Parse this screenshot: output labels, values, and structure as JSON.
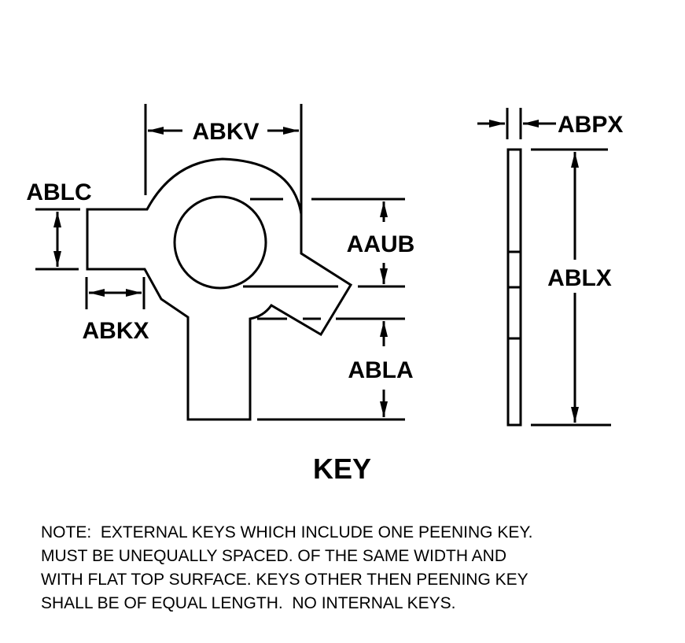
{
  "diagram": {
    "title": "KEY",
    "dimensions": {
      "abkv": "ABKV",
      "ablc": "ABLC",
      "abkx": "ABKX",
      "aaub": "AAUB",
      "abla": "ABLA",
      "abpx": "ABPX",
      "ablx": "ABLX"
    },
    "note_lines": [
      "NOTE:  EXTERNAL KEYS WHICH INCLUDE ONE PEENING KEY.",
      "MUST BE UNEQUALLY SPACED. OF THE SAME WIDTH AND",
      "WITH FLAT TOP SURFACE. KEYS OTHER THEN PEENING KEY",
      "SHALL BE OF EQUAL LENGTH.  NO INTERNAL KEYS."
    ]
  }
}
